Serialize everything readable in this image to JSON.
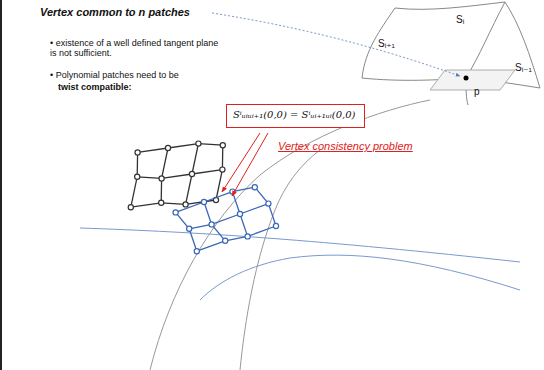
{
  "diagram": {
    "title": "Vertex common to n patches",
    "nodes": [
      {
        "text": [
          "Sⁱᵤᵢᵤᵢ₊₁(0,0) = Sⁱᵤᵢ₊₁ᵤᵢ(0,0)"
        ]
      }
    ],
    "labels": [
      "• existence of a well defined tangent plane is not sufficient.",
      "• Polynomial patches need to be",
      "twist compatible:",
      "Vertex consistency problem",
      "Sᵢ",
      "Sᵢ₊₁",
      "Sᵢ₋₁",
      "p"
    ]
  }
}
